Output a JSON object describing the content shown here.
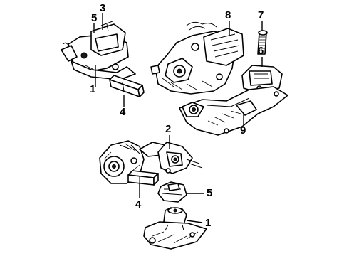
{
  "callouts": [
    {
      "id": "c1-top",
      "label": "1"
    },
    {
      "id": "c3-top",
      "label": "3"
    },
    {
      "id": "c5-top",
      "label": "5"
    },
    {
      "id": "c4-top",
      "label": "4"
    },
    {
      "id": "c8-top",
      "label": "8"
    },
    {
      "id": "c7-top",
      "label": "7"
    },
    {
      "id": "c6-top",
      "label": "6"
    },
    {
      "id": "c9-top",
      "label": "9"
    },
    {
      "id": "c2-bottom",
      "label": "2"
    },
    {
      "id": "c5-bottom",
      "label": "5"
    },
    {
      "id": "c4-bottom",
      "label": "4"
    },
    {
      "id": "c1-bottom",
      "label": "1"
    }
  ],
  "parts": [
    {
      "id": "engine-mount-upper-left",
      "icon": "engine-mount-bracket-icon"
    },
    {
      "id": "spacer-upper",
      "icon": "spacer-block-icon"
    },
    {
      "id": "transaxle-assembly",
      "icon": "transaxle-icon"
    },
    {
      "id": "bolt",
      "icon": "bolt-icon"
    },
    {
      "id": "transaxle-mount-bracket",
      "icon": "mount-bracket-icon"
    },
    {
      "id": "crossmember",
      "icon": "crossmember-icon"
    },
    {
      "id": "engine-assembly-lower",
      "icon": "engine-icon"
    },
    {
      "id": "insulator-bracket",
      "icon": "insulator-bracket-icon"
    },
    {
      "id": "spacer-lower",
      "icon": "spacer-block-icon"
    },
    {
      "id": "damper-lower",
      "icon": "damper-icon"
    },
    {
      "id": "engine-mount-lower",
      "icon": "engine-mount-icon"
    }
  ]
}
